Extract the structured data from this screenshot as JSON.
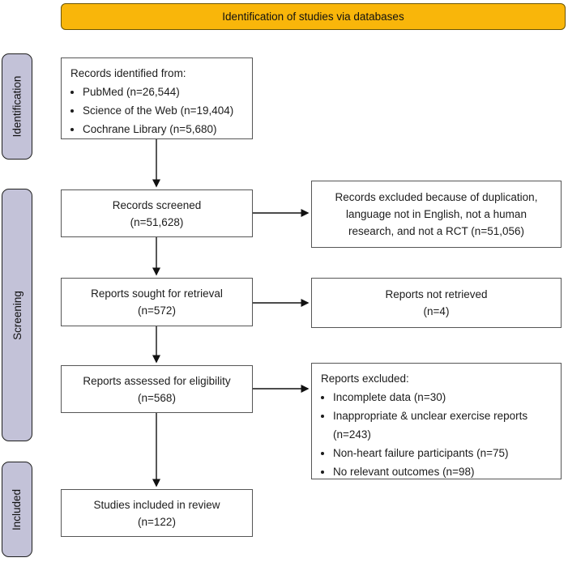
{
  "banner": {
    "label": "Identification of studies via databases"
  },
  "stages": {
    "identification": "Identification",
    "screening": "Screening",
    "included": "Included"
  },
  "boxes": {
    "records_identified": {
      "title": "Records identified from:",
      "items": [
        "PubMed (n=26,544)",
        "Science of the Web (n=19,404)",
        "Cochrane Library (n=5,680)"
      ]
    },
    "records_screened": {
      "line1": "Records screened",
      "line2": "(n=51,628)"
    },
    "records_excluded": {
      "text": "Records excluded because of duplication, language not in English, not a human research, and not a RCT (n=51,056)"
    },
    "reports_sought": {
      "line1": "Reports sought for retrieval",
      "line2": "(n=572)"
    },
    "reports_not_retrieved": {
      "line1": "Reports not retrieved",
      "line2": "(n=4)"
    },
    "reports_assessed": {
      "line1": "Reports assessed for eligibility",
      "line2": "(n=568)"
    },
    "reports_excluded": {
      "title": "Reports excluded:",
      "items": [
        "Incomplete data (n=30)",
        "Inappropriate & unclear exercise reports (n=243)",
        "Non-heart failure participants (n=75)",
        "No relevant outcomes (n=98)"
      ]
    },
    "studies_included": {
      "line1": "Studies included in review",
      "line2": "(n=122)"
    }
  },
  "colors": {
    "banner_fill": "#F9B60A",
    "stage_fill": "#C3C2D8",
    "box_border": "#565656",
    "arrow": "#111111"
  }
}
